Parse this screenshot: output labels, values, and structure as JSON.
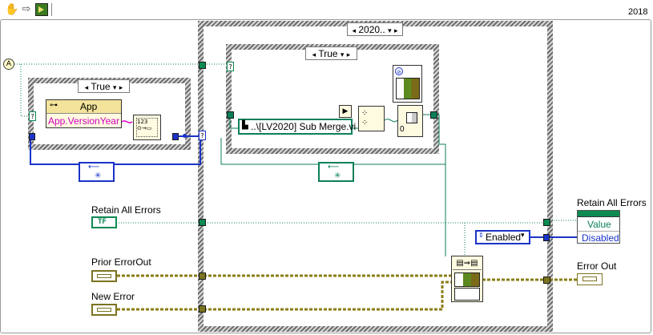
{
  "toolbar": {
    "year_label": "2018"
  },
  "outer_case": {
    "selector_label": "2020.."
  },
  "inner_case": {
    "selector_label": "True"
  },
  "left_case": {
    "selector_label": "True"
  },
  "app_node": {
    "title": "App",
    "property": "App.VersionYear"
  },
  "subvi_path": {
    "text": "..\\[LV2020] Sub Merge.vi"
  },
  "retain_control": {
    "label": "Retain All Errors",
    "terminal": "TF"
  },
  "prior_control": {
    "label": "Prior ErrorOut"
  },
  "new_error_control": {
    "label": "New Error"
  },
  "enabled_ring": {
    "value": "Enabled"
  },
  "retain_property": {
    "label": "Retain All Errors",
    "row1": "Value",
    "row2": "Disabled"
  },
  "error_out": {
    "label": "Error Out"
  },
  "colors": {
    "blue_wire": "#1b33c8",
    "green_wire": "#0c7f5a",
    "error_wire": "#8b7d15",
    "pink_wire": "#e000c8"
  }
}
